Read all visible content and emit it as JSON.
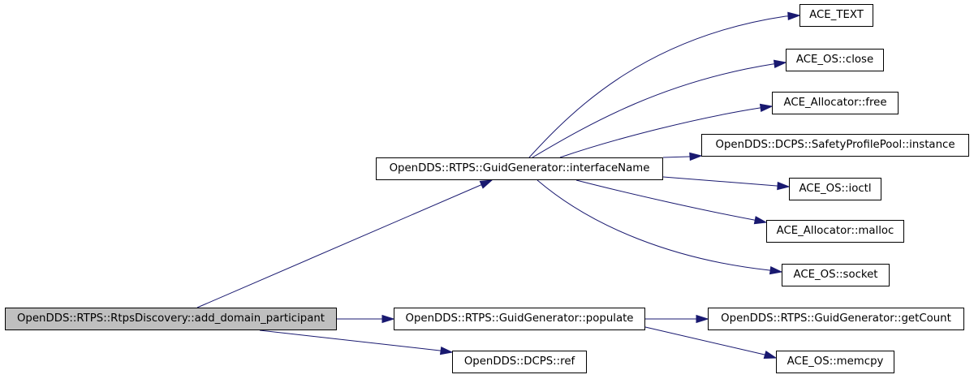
{
  "graph": {
    "edge_color": "#191970",
    "root_fill": "#bfbfbf",
    "nodes": {
      "root": "OpenDDS::RTPS::RtpsDiscovery::add_domain_participant",
      "interface_name": "OpenDDS::RTPS::GuidGenerator::interfaceName",
      "populate": "OpenDDS::RTPS::GuidGenerator::populate",
      "ref": "OpenDDS::DCPS::ref",
      "ace_text": "ACE_TEXT",
      "os_close": "ACE_OS::close",
      "alloc_free": "ACE_Allocator::free",
      "pool_instance": "OpenDDS::DCPS::SafetyProfilePool::instance",
      "os_ioctl": "ACE_OS::ioctl",
      "alloc_malloc": "ACE_Allocator::malloc",
      "os_socket": "ACE_OS::socket",
      "get_count": "OpenDDS::RTPS::GuidGenerator::getCount",
      "os_memcpy": "ACE_OS::memcpy"
    },
    "edges": [
      [
        "root",
        "interface_name"
      ],
      [
        "root",
        "populate"
      ],
      [
        "root",
        "ref"
      ],
      [
        "interface_name",
        "ace_text"
      ],
      [
        "interface_name",
        "os_close"
      ],
      [
        "interface_name",
        "alloc_free"
      ],
      [
        "interface_name",
        "pool_instance"
      ],
      [
        "interface_name",
        "os_ioctl"
      ],
      [
        "interface_name",
        "alloc_malloc"
      ],
      [
        "interface_name",
        "os_socket"
      ],
      [
        "populate",
        "get_count"
      ],
      [
        "populate",
        "os_memcpy"
      ]
    ]
  }
}
